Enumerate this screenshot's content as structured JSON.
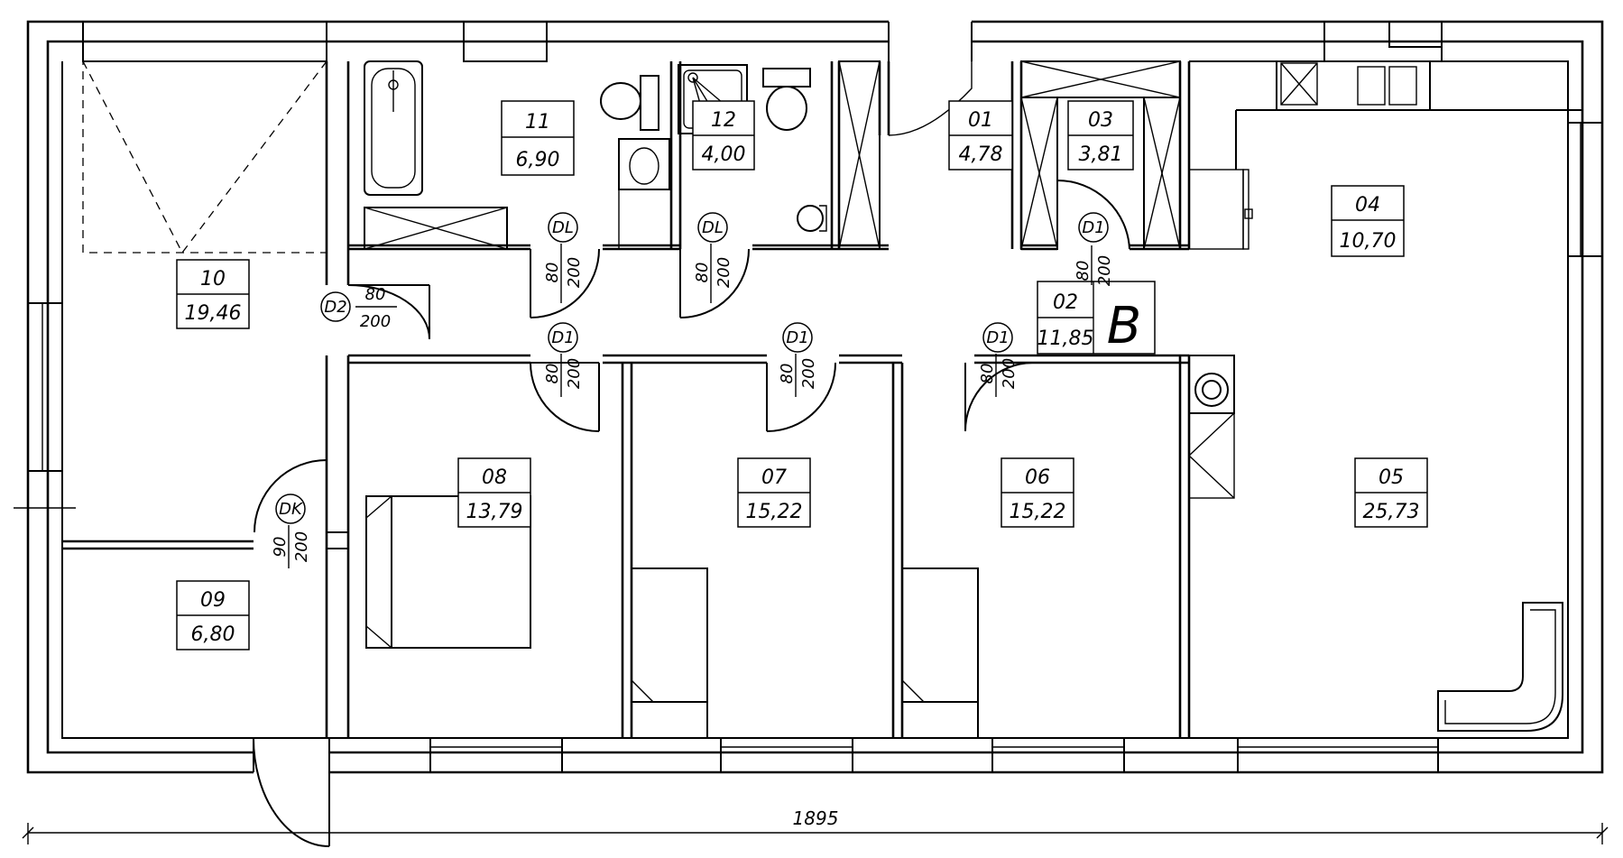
{
  "rooms": [
    {
      "id": "room-01",
      "number": "01",
      "area": "4,78"
    },
    {
      "id": "room-02",
      "number": "02",
      "area": "11,85"
    },
    {
      "id": "room-03",
      "number": "03",
      "area": "3,81"
    },
    {
      "id": "room-04",
      "number": "04",
      "area": "10,70"
    },
    {
      "id": "room-05",
      "number": "05",
      "area": "25,73"
    },
    {
      "id": "room-06",
      "number": "06",
      "area": "15,22"
    },
    {
      "id": "room-07",
      "number": "07",
      "area": "15,22"
    },
    {
      "id": "room-08",
      "number": "08",
      "area": "13,79"
    },
    {
      "id": "room-09",
      "number": "09",
      "area": "6,80"
    },
    {
      "id": "room-10",
      "number": "10",
      "area": "19,46"
    },
    {
      "id": "room-11",
      "number": "11",
      "area": "6,90"
    },
    {
      "id": "room-12",
      "number": "12",
      "area": "4,00"
    }
  ],
  "doors": [
    {
      "id": "door-dl-bath11",
      "type": "DL",
      "width": "80",
      "height": "200"
    },
    {
      "id": "door-dl-bath12",
      "type": "DL",
      "width": "80",
      "height": "200"
    },
    {
      "id": "door-d1-closet03",
      "type": "D1",
      "width": "80",
      "height": "200"
    },
    {
      "id": "door-d2-garage",
      "type": "D2",
      "width": "80",
      "height": "200"
    },
    {
      "id": "door-d1-room08",
      "type": "D1",
      "width": "80",
      "height": "200"
    },
    {
      "id": "door-d1-room07",
      "type": "D1",
      "width": "80",
      "height": "200"
    },
    {
      "id": "door-d1-room06",
      "type": "D1",
      "width": "80",
      "height": "200"
    },
    {
      "id": "door-dk-entry",
      "type": "DK",
      "width": "90",
      "height": "200"
    }
  ],
  "section_marker": "B",
  "overall_dimension": "1895"
}
